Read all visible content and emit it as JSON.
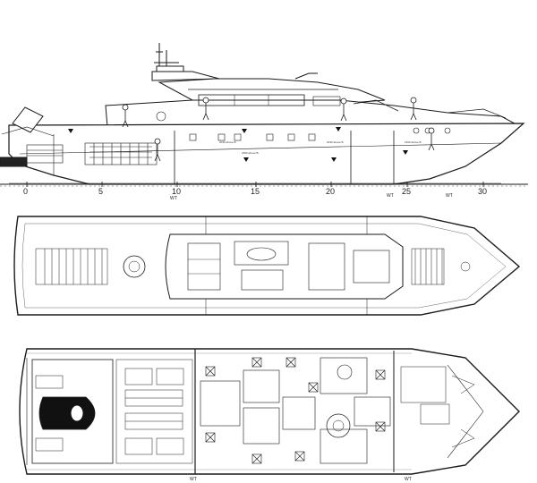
{
  "colors": {
    "paper": "#ffffff",
    "ink": "#1a1a1a",
    "mid_ink": "#555555",
    "light_ink": "#8a8a8a",
    "hull_dark": "#111111"
  },
  "profile": {
    "frame_scale": [
      "0",
      "5",
      "10",
      "15",
      "20",
      "25",
      "30"
    ],
    "wt_label_left": "WT",
    "wt_label_mid": "WT",
    "wt_label_right": "WT",
    "room_labels": [
      "1500 above B.",
      "2030 above B.",
      "2030 above B.",
      "1500 above B."
    ]
  },
  "deck_plan": {
    "wt_label_left": "WT",
    "wt_label_right": "WT"
  },
  "figure_icons": [
    "person-figure",
    "person-figure",
    "person-figure",
    "person-figure",
    "person-figure",
    "person-figure"
  ]
}
